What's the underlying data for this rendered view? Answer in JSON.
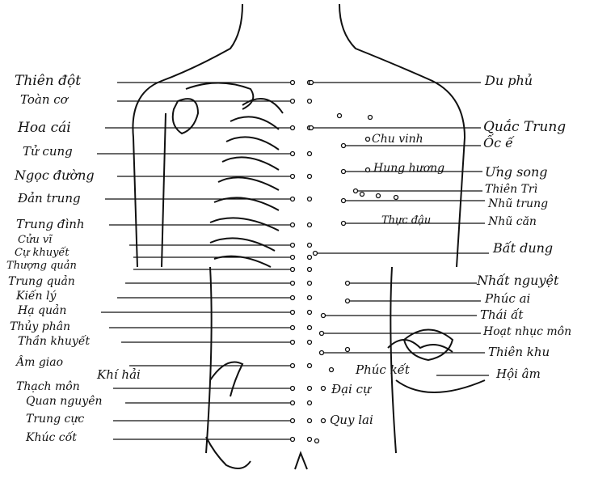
{
  "left_labels": [
    "Thiên đột",
    "Toàn cơ",
    "Hoa cái",
    "Tử cung",
    "Ngọc đường",
    "Đản trung",
    "Trung đình",
    "Cửu vĩ",
    "Cự khuyết",
    "Thượng quản",
    "Trung quản",
    "Kiến lý",
    "Hạ quản",
    "Thủy phân",
    "Thần khuyết",
    "Âm giao",
    "Thạch môn",
    "Quan nguyên",
    "Trung cực",
    "Khúc cốt"
  ],
  "right_labels": [
    "Du phủ",
    "Quắc Trung",
    "Ốc ế",
    "Ưng song",
    "Thiên Trì",
    "Nhũ trung",
    "Nhũ căn",
    "Bất dung",
    "Nhất nguyệt",
    "Phúc ai",
    "Thái ất",
    "Hoạt nhục môn",
    "Thiên khu",
    "Hội âm"
  ],
  "inner_labels": [
    "Chu vinh",
    "Hung hương",
    "Thực đậu",
    "Khí hải",
    "Phúc kết",
    "Đại cự",
    "Quy lai"
  ],
  "colors": {
    "ink": "#111111",
    "paper": "#ffffff"
  }
}
